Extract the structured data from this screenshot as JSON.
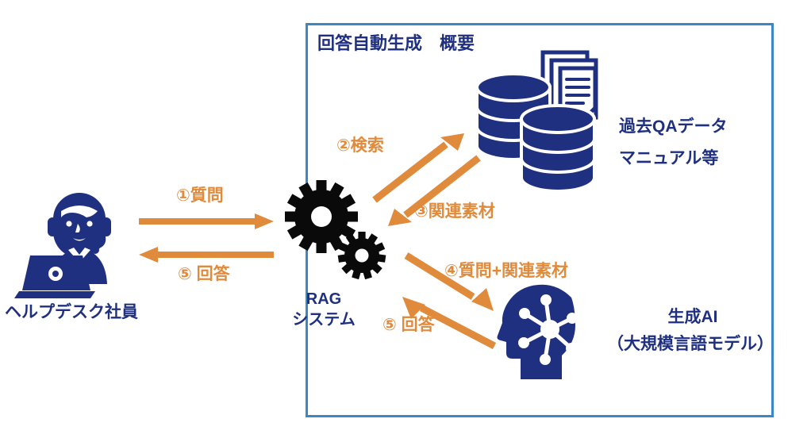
{
  "diagram": {
    "type": "flow-diagram",
    "title_of_panel": "回答自動生成　概要",
    "colors": {
      "navy": "#1F3080",
      "orange": "#E08B3C",
      "panel_border": "#3B87C4",
      "gear_black": "#0A0A0A",
      "background": "#FFFFFF"
    }
  },
  "nodes": {
    "helpdesk": {
      "label": "ヘルプデスク社員",
      "icon": "helpdesk-operator-icon"
    },
    "rag": {
      "label_line1": "RAG",
      "label_line2": "システム",
      "icon": "gears-icon"
    },
    "knowledge": {
      "label_line1": "過去QAデータ",
      "label_line2": "マニュアル等",
      "icon": "database-documents-icon"
    },
    "genai": {
      "label_line1": "生成AI",
      "label_line2": "（大規模言語モデル）",
      "icon": "ai-head-icon"
    }
  },
  "flows": [
    {
      "id": "1",
      "label": "①質問",
      "from": "helpdesk",
      "to": "rag"
    },
    {
      "id": "2",
      "label": "②検索",
      "from": "rag",
      "to": "knowledge"
    },
    {
      "id": "3",
      "label": "③関連素材",
      "from": "knowledge",
      "to": "rag"
    },
    {
      "id": "4",
      "label": "④質問+関連素材",
      "from": "rag",
      "to": "genai"
    },
    {
      "id": "5",
      "label": "⑤ 回答",
      "from": "genai",
      "to": "rag"
    },
    {
      "id": "6",
      "label": "⑤ 回答",
      "from": "rag",
      "to": "helpdesk"
    }
  ]
}
